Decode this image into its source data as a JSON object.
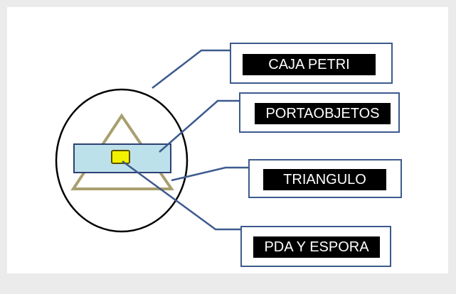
{
  "labels": {
    "petri_dish": "CAJA PETRI",
    "slide": "PORTAOBJETOS",
    "triangle": "TRIANGULO",
    "pda_spore": "PDA Y ESPORA"
  },
  "colors": {
    "callout_border": "#3e5a8e",
    "leader_line": "#3e5a8e",
    "label_bg": "#000000",
    "label_text": "#ffffff",
    "petri_outline": "#000000",
    "triangle": "#a89f70",
    "slide_fill": "#bde1ea",
    "slide_border": "#2e3f73",
    "spore_fill": "#f2f200",
    "spore_border": "#5e5000"
  }
}
